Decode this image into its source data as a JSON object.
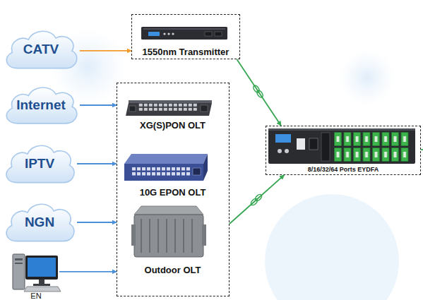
{
  "diagram": {
    "nodes": [
      {
        "text": [
          "CATV"
        ]
      },
      {
        "text": [
          "Internet"
        ]
      },
      {
        "text": [
          "IPTV"
        ]
      },
      {
        "text": [
          "NGN"
        ]
      },
      {
        "text": [
          "EN"
        ]
      },
      {
        "text": [
          "1550nm Transmitter"
        ]
      },
      {
        "text": []
      },
      {
        "text": [
          "XG(S)PON OLT"
        ],
        "in": 6
      },
      {
        "text": [
          "10G EPON OLT"
        ],
        "in": 6
      },
      {
        "text": [
          "Outdoor OLT"
        ],
        "in": 6
      },
      {
        "text": [
          "8/16/32/64 Ports EYDFA"
        ]
      }
    ],
    "edges": [
      {
        "from": 0,
        "to": 5,
        "arrow": "to"
      },
      {
        "from": 1,
        "to": 6,
        "arrow": "to"
      },
      {
        "from": 2,
        "to": 6,
        "arrow": "to"
      },
      {
        "from": 3,
        "to": 6,
        "arrow": "to"
      },
      {
        "from": 4,
        "to": 6,
        "arrow": "to"
      },
      {
        "from": 5,
        "to": 10,
        "arrow": "to"
      },
      {
        "from": 6,
        "to": 10,
        "arrow": "to"
      }
    ]
  }
}
